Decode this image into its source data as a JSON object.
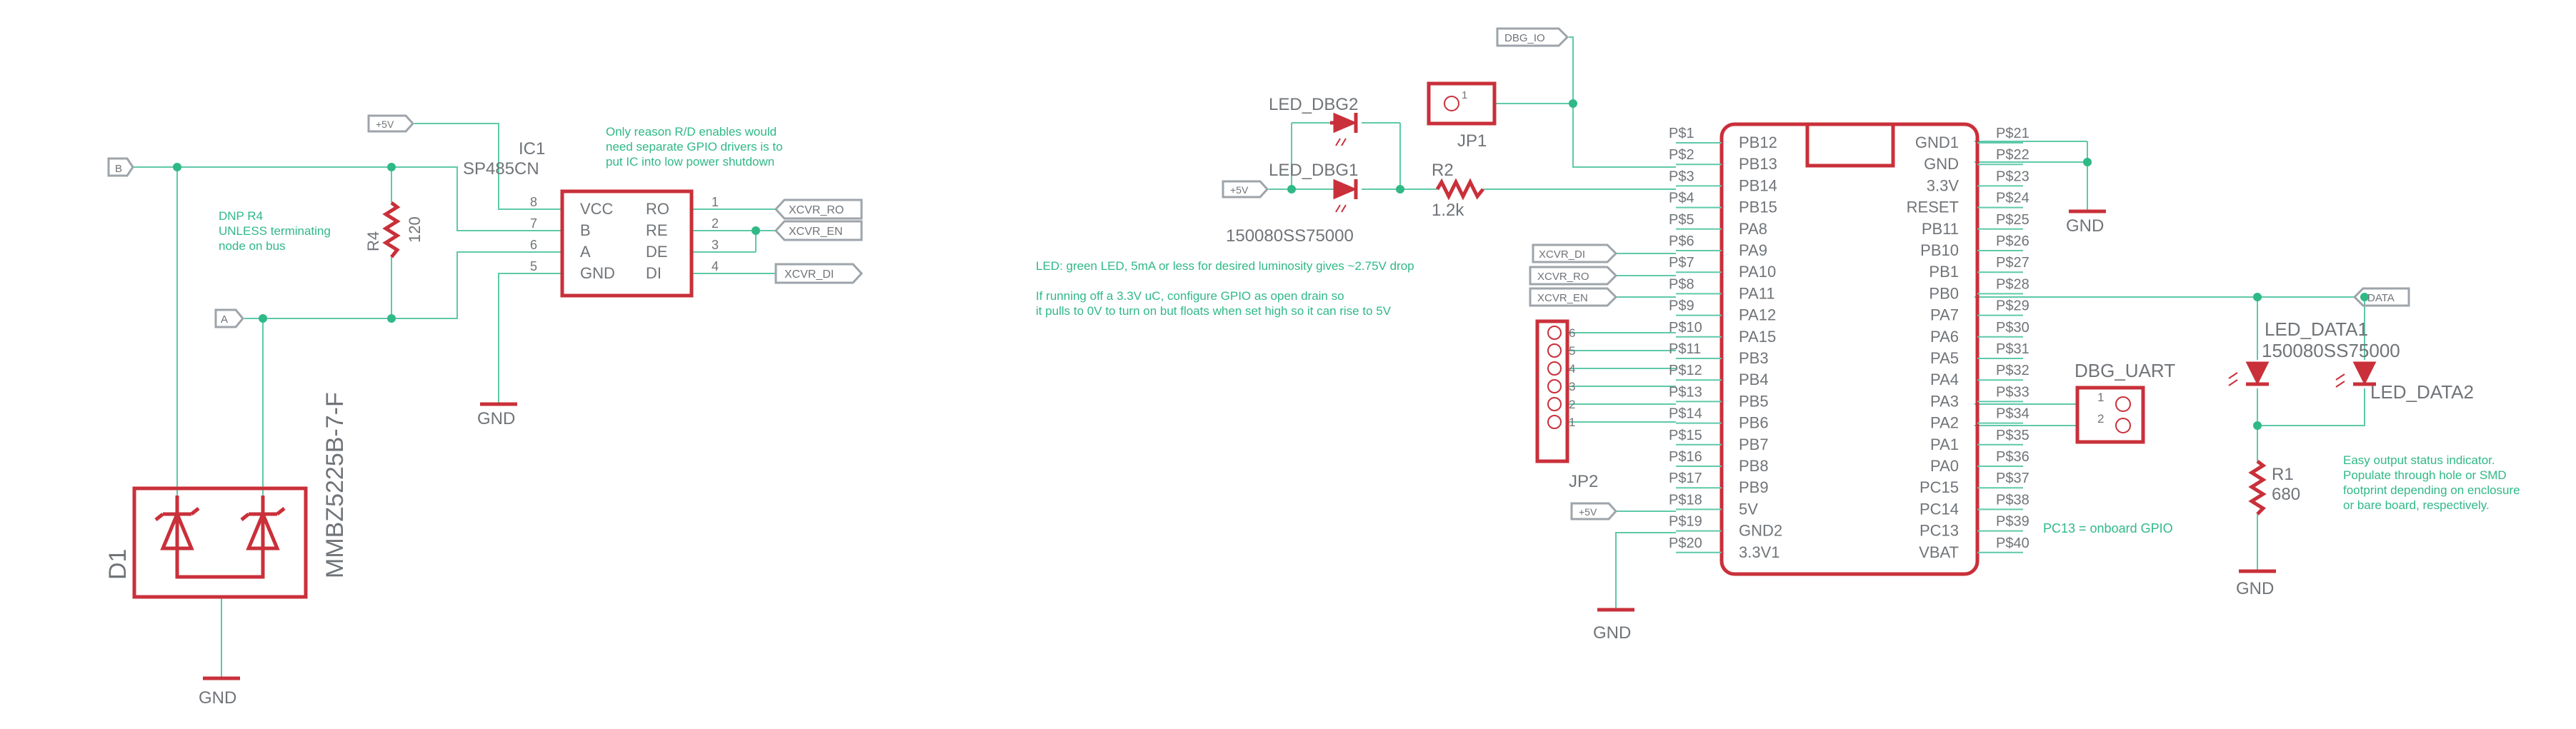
{
  "colors": {
    "wire": "#5fc9a9",
    "part": "#c9303a",
    "text_grey": "#707478",
    "note_green": "#2fb987",
    "label_box": "#9ea4aa"
  },
  "nets": {
    "b": "B",
    "a": "A",
    "p5v_1": "+5V",
    "p5v_2": "+5V",
    "p5v_3": "+5V",
    "xcvr_ro_1": "XCVR_RO",
    "xcvr_en_1": "XCVR_EN",
    "xcvr_di_1": "XCVR_DI",
    "xcvr_di_2": "XCVR_DI",
    "xcvr_ro_2": "XCVR_RO",
    "xcvr_en_2": "XCVR_EN",
    "dbg_io": "DBG_IO",
    "data": "DATA",
    "gnd_d1": "GND",
    "gnd_ic1": "GND",
    "gnd_mcu_left": "GND",
    "gnd_mcu_right": "GND",
    "gnd_r1": "GND"
  },
  "d1": {
    "name": "D1",
    "value": "MMBZ5225B-7-F"
  },
  "r4": {
    "name": "R4",
    "value": "120"
  },
  "r4_note": [
    "DNP R4",
    "UNLESS terminating",
    "node on bus"
  ],
  "ic1": {
    "name": "IC1",
    "value": "SP485CN",
    "left_pins": [
      {
        "num": "8",
        "label": "VCC"
      },
      {
        "num": "7",
        "label": "B"
      },
      {
        "num": "6",
        "label": "A"
      },
      {
        "num": "5",
        "label": "GND"
      }
    ],
    "right_pins": [
      {
        "num": "1",
        "label": "RO"
      },
      {
        "num": "2",
        "label": "RE"
      },
      {
        "num": "3",
        "label": "DE"
      },
      {
        "num": "4",
        "label": "DI"
      }
    ]
  },
  "ic1_note": [
    "Only reason R/D enables would",
    "need separate GPIO drivers is to",
    "put IC into low power shutdown"
  ],
  "led_dbg2": "LED_DBG2",
  "led_dbg1": "LED_DBG1",
  "led_dbg_value": "150080SS75000",
  "r2": {
    "name": "R2",
    "value": "1.2k"
  },
  "jp1": {
    "name": "JP1",
    "pin": "1"
  },
  "led_note": [
    "LED: green LED, 5mA or less for desired luminosity gives ~2.75V drop",
    "",
    "If running off a 3.3V uC, configure GPIO as open drain so",
    "it pulls to 0V to turn on but floats when set high so it can rise to 5V"
  ],
  "jp2": {
    "name": "JP2",
    "pins": [
      "6",
      "5",
      "4",
      "3",
      "2",
      "1"
    ]
  },
  "mcu": {
    "left_pads": [
      "P$1",
      "P$2",
      "P$3",
      "P$4",
      "P$5",
      "P$6",
      "P$7",
      "P$8",
      "P$9",
      "P$10",
      "P$11",
      "P$12",
      "P$13",
      "P$14",
      "P$15",
      "P$16",
      "P$17",
      "P$18",
      "P$19",
      "P$20"
    ],
    "left_names": [
      "PB12",
      "PB13",
      "PB14",
      "PB15",
      "PA8",
      "PA9",
      "PA10",
      "PA11",
      "PA12",
      "PA15",
      "PB3",
      "PB4",
      "PB5",
      "PB6",
      "PB7",
      "PB8",
      "PB9",
      "5V",
      "GND2",
      "3.3V1"
    ],
    "right_pads": [
      "P$21",
      "P$22",
      "P$23",
      "P$24",
      "P$25",
      "P$26",
      "P$27",
      "P$28",
      "P$29",
      "P$30",
      "P$31",
      "P$32",
      "P$33",
      "P$34",
      "P$35",
      "P$36",
      "P$37",
      "P$38",
      "P$39",
      "P$40"
    ],
    "right_names": [
      "GND1",
      "GND",
      "3.3V",
      "RESET",
      "PB11",
      "PB10",
      "PB1",
      "PB0",
      "PA7",
      "PA6",
      "PA5",
      "PA4",
      "PA3",
      "PA2",
      "PA1",
      "PA0",
      "PC15",
      "PC14",
      "PC13",
      "VBAT"
    ]
  },
  "pc13_note": "PC13 = onboard GPIO",
  "dbg_uart": {
    "name": "DBG_UART",
    "pins": [
      "1",
      "2"
    ]
  },
  "led_data1": {
    "name": "LED_DATA1",
    "value": "150080SS75000"
  },
  "led_data2": "LED_DATA2",
  "r1": {
    "name": "R1",
    "value": "680"
  },
  "status_note": [
    "Easy output status indicator.",
    "Populate through hole or SMD",
    "footprint depending on enclosure",
    "or bare board, respectively."
  ]
}
